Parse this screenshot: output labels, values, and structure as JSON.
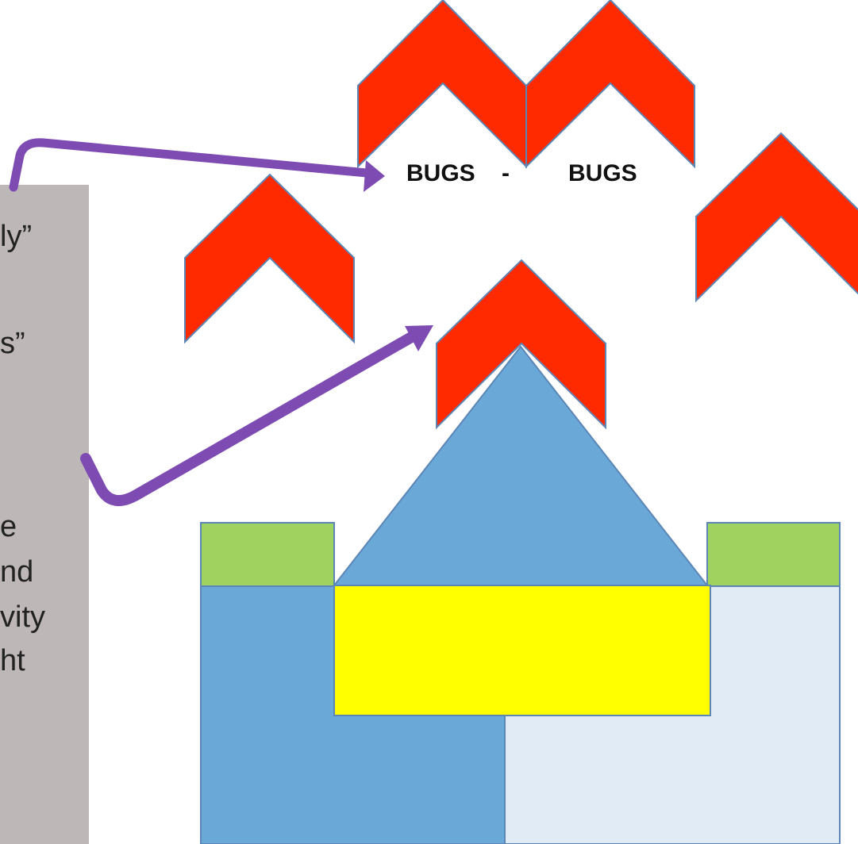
{
  "colors": {
    "chevron_fill": "#ff2a00",
    "chevron_stroke": "#5b86b5",
    "arrow": "#7e4bb3",
    "gray_panel": "#bdb8b7",
    "triangle_blue": "#6aa8d8",
    "left_block_blue": "#6aa8d8",
    "right_block_pale": "#e1ebf6",
    "green_block": "#a0d25f",
    "yellow_block": "#ffff00"
  },
  "labels": {
    "bugs_left": "BUGS",
    "bugs_dash": "-",
    "bugs_right": "BUGS"
  },
  "gray_panel_fragments": [
    "ly”",
    "s”",
    "e",
    "nd",
    "vity",
    "ht"
  ],
  "icons": {
    "chevron": "red-chevron-icon",
    "arrow": "purple-arrow-icon"
  }
}
